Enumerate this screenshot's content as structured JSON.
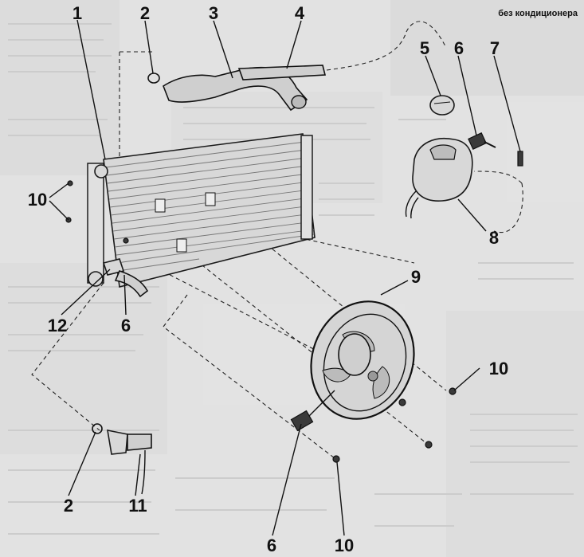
{
  "caption": "без кондиционера",
  "callouts": {
    "c1": "1",
    "c2a": "2",
    "c3": "3",
    "c4": "4",
    "c5": "5",
    "c6a": "6",
    "c7": "7",
    "c8": "8",
    "c9": "9",
    "c10a": "10",
    "c12": "12",
    "c6b": "6",
    "c10b": "10",
    "c2b": "2",
    "c11": "11",
    "c6c": "6",
    "c10c": "10"
  }
}
